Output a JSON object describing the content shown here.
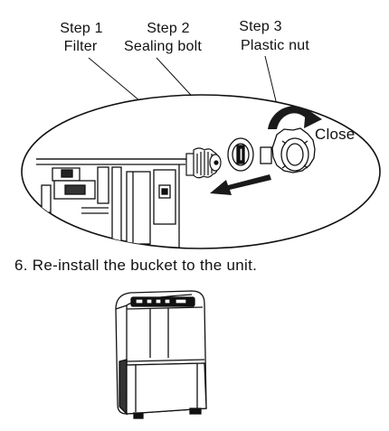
{
  "steps": [
    {
      "title": "Step 1",
      "name": "Filter"
    },
    {
      "title": "Step 2",
      "name": "Sealing bolt"
    },
    {
      "title": "Step 3",
      "name": "Plastic nut"
    }
  ],
  "rotation_label": "Close",
  "instruction": "6. Re-install the bucket to the unit.",
  "colors": {
    "ink": "#111111",
    "arrow": "#1a1a1a",
    "background": "#ffffff"
  }
}
